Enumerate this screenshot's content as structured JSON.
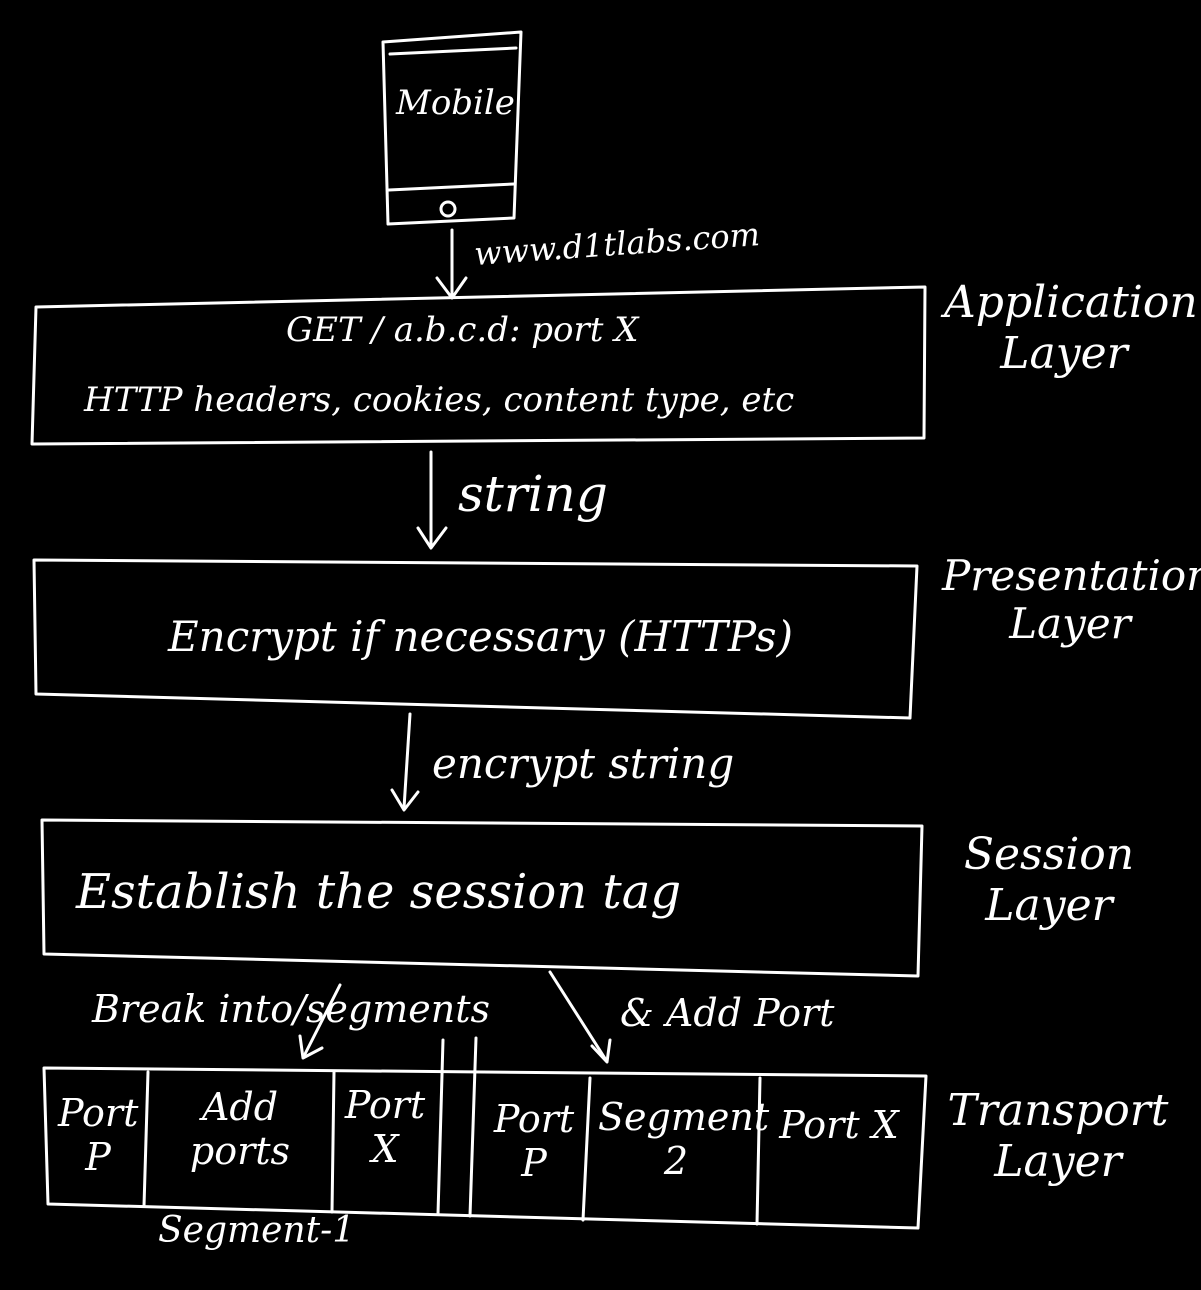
{
  "colors": {
    "background": "#000000",
    "ink": "#ffffff"
  },
  "device": {
    "label": "Mobile",
    "icon": "mobile-phone-icon"
  },
  "arrows": {
    "device_to_app": "www.d1tlabs.com",
    "app_to_presentation": "string",
    "presentation_to_session": "encrypt string",
    "session_to_transport_left": "Break into/segments",
    "session_to_transport_right": "& Add Port"
  },
  "layers": {
    "application": {
      "name_line1": "Application",
      "name_line2": "Layer",
      "line1": "GET / a.b.c.d: port X",
      "line2": "HTTP headers, cookies, content type, etc"
    },
    "presentation": {
      "name_line1": "Presentation",
      "name_line2": "Layer",
      "line1": "Encrypt if necessary (HTTPs)"
    },
    "session": {
      "name_line1": "Session",
      "name_line2": "Layer",
      "line1": "Establish the session tag"
    },
    "transport": {
      "name_line1": "Transport",
      "name_line2": "Layer",
      "segment1_label": "Segment-1",
      "cells": [
        {
          "line1": "Port",
          "line2": "P"
        },
        {
          "line1": "Add",
          "line2": "ports"
        },
        {
          "line1": "Port",
          "line2": "X"
        },
        {
          "line1": "Port",
          "line2": "P"
        },
        {
          "line1": "Segment",
          "line2": "2"
        },
        {
          "line1": "Port X",
          "line2": ""
        }
      ]
    }
  }
}
